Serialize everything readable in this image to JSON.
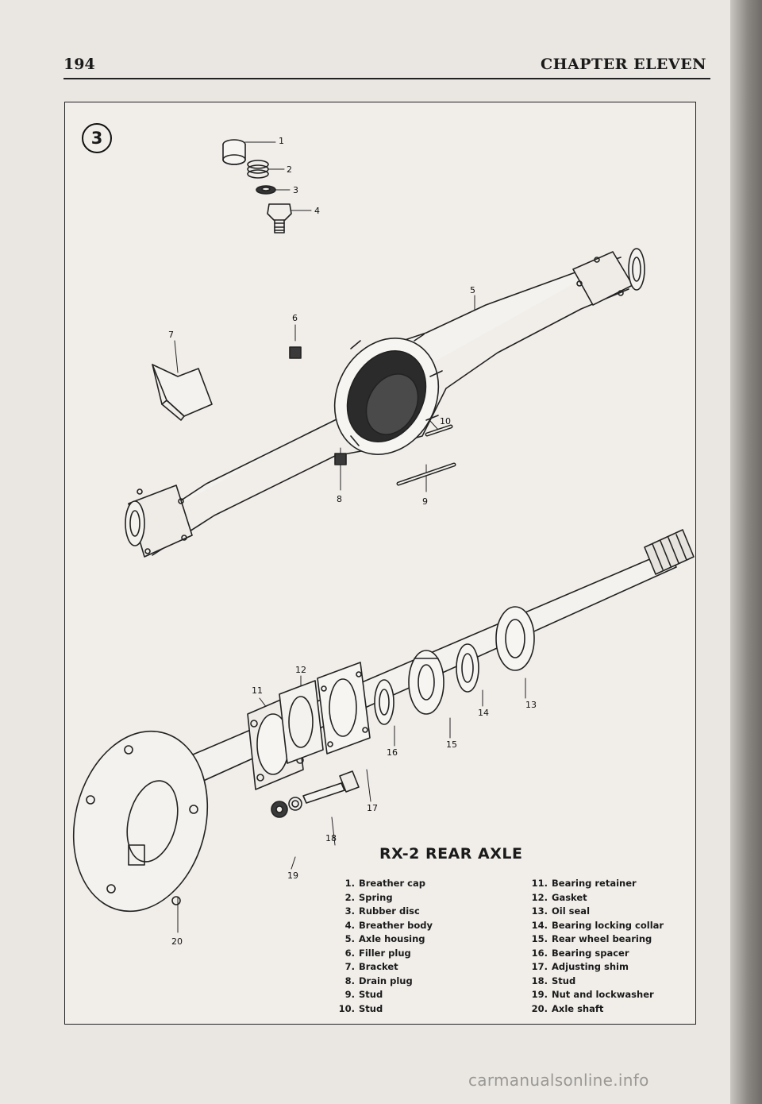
{
  "header": {
    "page_number": "194",
    "chapter_title": "CHAPTER ELEVEN"
  },
  "figure": {
    "number": "3",
    "caption": "RX-2 REAR AXLE",
    "callouts": [
      "1",
      "2",
      "3",
      "4",
      "5",
      "6",
      "7",
      "8",
      "9",
      "10",
      "11",
      "12",
      "13",
      "14",
      "15",
      "16",
      "17",
      "18",
      "19",
      "20"
    ],
    "legend_left": [
      {
        "num": "1.",
        "label": "Breather cap"
      },
      {
        "num": "2.",
        "label": "Spring"
      },
      {
        "num": "3.",
        "label": "Rubber disc"
      },
      {
        "num": "4.",
        "label": "Breather body"
      },
      {
        "num": "5.",
        "label": "Axle housing"
      },
      {
        "num": "6.",
        "label": "Filler plug"
      },
      {
        "num": "7.",
        "label": "Bracket"
      },
      {
        "num": "8.",
        "label": "Drain plug"
      },
      {
        "num": "9.",
        "label": "Stud"
      },
      {
        "num": "10.",
        "label": "Stud"
      }
    ],
    "legend_right": [
      {
        "num": "11.",
        "label": "Bearing retainer"
      },
      {
        "num": "12.",
        "label": "Gasket"
      },
      {
        "num": "13.",
        "label": "Oil seal"
      },
      {
        "num": "14.",
        "label": "Bearing locking collar"
      },
      {
        "num": "15.",
        "label": "Rear wheel bearing"
      },
      {
        "num": "16.",
        "label": "Bearing spacer"
      },
      {
        "num": "17.",
        "label": "Adjusting shim"
      },
      {
        "num": "18.",
        "label": "Stud"
      },
      {
        "num": "19.",
        "label": "Nut and lockwasher"
      },
      {
        "num": "20.",
        "label": "Axle shaft"
      }
    ]
  },
  "watermark": "carmanualsonline.info"
}
